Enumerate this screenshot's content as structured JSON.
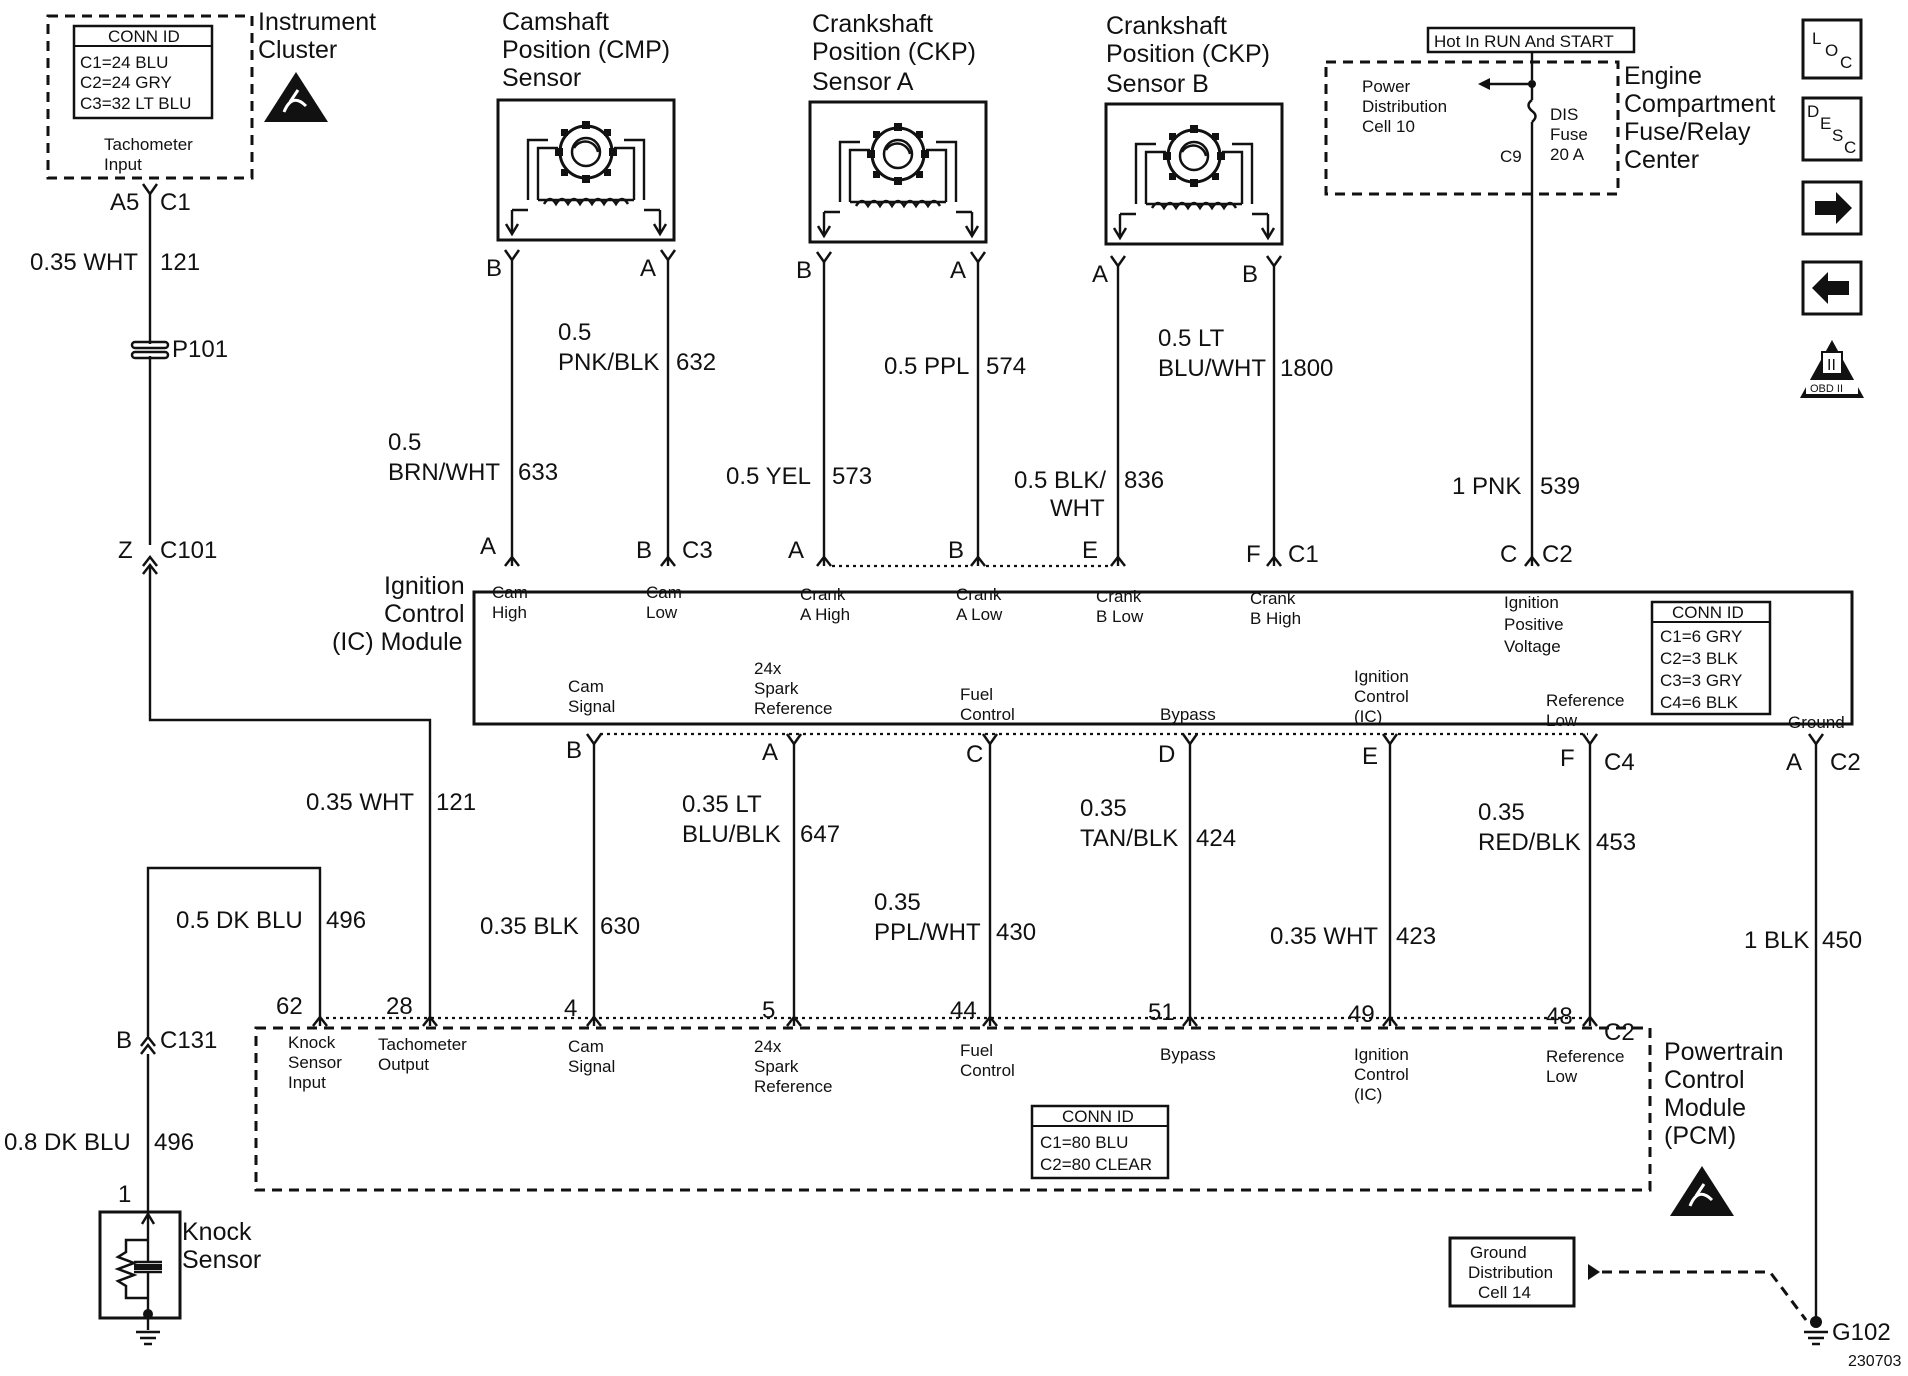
{
  "diagram_id": "230703",
  "side_icons": {
    "loc": "LOC",
    "desc": "DESC",
    "next_icon": "right-arrow-icon",
    "prev_icon": "left-arrow-icon",
    "obd_icon_text": "OBD II"
  },
  "instrument_cluster": {
    "name_line1": "Instrument",
    "name_line2": "Cluster",
    "conn_title": "CONN ID",
    "conn_rows": [
      "C1=24 BLU",
      "C2=24 GRY",
      "C3=32 LT BLU"
    ],
    "input_line1": "Tachometer",
    "input_line2": "Input",
    "pin": "A5",
    "connector": "C1",
    "wire_size_color": "0.35 WHT",
    "wire_circuit": "121",
    "splice": "P101",
    "pin_z": "Z",
    "connector_c101": "C101"
  },
  "cmp_sensor": {
    "line1": "Camshaft",
    "line2": "Position (CMP)",
    "line3": "Sensor",
    "pin_b": "B",
    "pin_a": "A",
    "wire_left_line1": "0.5",
    "wire_left_line2": "BRN/WHT",
    "wire_left_circuit": "633",
    "wire_right_line1": "0.5",
    "wire_right_line2": "PNK/BLK",
    "wire_right_circuit": "632"
  },
  "ckp_a_sensor": {
    "line1": "Crankshaft",
    "line2": "Position (CKP)",
    "line3": "Sensor A",
    "pin_b": "B",
    "pin_a": "A",
    "wire_left": "0.5 YEL",
    "wire_left_circuit": "573",
    "wire_right": "0.5 PPL",
    "wire_right_circuit": "574"
  },
  "ckp_b_sensor": {
    "line1": "Crankshaft",
    "line2": "Position (CKP)",
    "line3": "Sensor B",
    "pin_a": "A",
    "pin_b": "B",
    "wire_left_line1": "0.5 BLK/",
    "wire_left_line2": "WHT",
    "wire_left_circuit": "836",
    "wire_right_line1": "0.5 LT",
    "wire_right_line2": "BLU/WHT",
    "wire_right_circuit": "1800"
  },
  "fuse_center": {
    "hot_label": "Hot In RUN And START",
    "pd_line1": "Power",
    "pd_line2": "Distribution",
    "pd_line3": "Cell 10",
    "fuse_line1": "DIS",
    "fuse_line2": "Fuse",
    "fuse_line3": "20 A",
    "fuse_pin": "C9",
    "name_line1": "Engine",
    "name_line2": "Compartment",
    "name_line3": "Fuse/Relay",
    "name_line4": "Center",
    "wire": "1 PNK",
    "wire_circuit": "539"
  },
  "ic_module": {
    "name_line1": "Ignition",
    "name_line2": "Control",
    "name_line3": "(IC) Module",
    "top_pins": [
      "A",
      "B",
      "C3",
      "A",
      "B",
      "E",
      "F",
      "C1",
      "C",
      "C2"
    ],
    "top_labels": [
      [
        "Cam",
        "High"
      ],
      [
        "Cam",
        "Low"
      ],
      [
        "Crank",
        "A High"
      ],
      [
        "Crank",
        "A Low"
      ],
      [
        "Crank",
        "B Low"
      ],
      [
        "Crank",
        "B High"
      ],
      [
        "Ignition",
        "Positive",
        "Voltage"
      ]
    ],
    "bottom_labels": [
      [
        "Cam",
        "Signal"
      ],
      [
        "24x",
        "Spark",
        "Reference"
      ],
      [
        "Fuel",
        "Control"
      ],
      [
        "Bypass"
      ],
      [
        "Ignition",
        "Control",
        "(IC)"
      ],
      [
        "Reference",
        "Low"
      ],
      [
        "Ground"
      ]
    ],
    "bottom_pins": [
      "B",
      "A",
      "C",
      "D",
      "E",
      "F",
      "C4",
      "A",
      "C2"
    ],
    "conn_title": "CONN ID",
    "conn_rows": [
      "C1=6 GRY",
      "C2=3 BLK",
      "C3=3 GRY",
      "C4=6 BLK"
    ]
  },
  "lower_wires": {
    "tach": {
      "size_color": "0.35 WHT",
      "circuit": "121"
    },
    "knock": {
      "size_color": "0.5 DK BLU",
      "circuit": "496"
    },
    "cam_signal": {
      "size_color": "0.35 BLK",
      "circuit": "630"
    },
    "spark_ref": {
      "line1": "0.35 LT",
      "line2": "BLU/BLK",
      "circuit": "647"
    },
    "fuel": {
      "line1": "0.35",
      "line2": "PPL/WHT",
      "circuit": "430"
    },
    "bypass": {
      "line1": "0.35",
      "line2": "TAN/BLK",
      "circuit": "424"
    },
    "ic": {
      "size_color": "0.35 WHT",
      "circuit": "423"
    },
    "ref_low": {
      "line1": "0.35",
      "line2": "RED/BLK",
      "circuit": "453"
    },
    "ground": {
      "size_color": "1 BLK",
      "circuit": "450"
    }
  },
  "pcm": {
    "pins": [
      "62",
      "28",
      "4",
      "5",
      "44",
      "51",
      "49",
      "48",
      "C2"
    ],
    "labels": [
      [
        "Knock",
        "Sensor",
        "Input"
      ],
      [
        "Tachometer",
        "Output"
      ],
      [
        "Cam",
        "Signal"
      ],
      [
        "24x",
        "Spark",
        "Reference"
      ],
      [
        "Fuel",
        "Control"
      ],
      [
        "Bypass"
      ],
      [
        "Ignition",
        "Control",
        "(IC)"
      ],
      [
        "Reference",
        "Low"
      ]
    ],
    "conn_title": "CONN ID",
    "conn_rows": [
      "C1=80 BLU",
      "C2=80 CLEAR"
    ],
    "name_line1": "Powertrain",
    "name_line2": "Control",
    "name_line3": "Module",
    "name_line4": "(PCM)"
  },
  "knock_sensor": {
    "pin_b": "B",
    "connector": "C131",
    "wire": "0.8 DK BLU",
    "wire_circuit": "496",
    "pin_1": "1",
    "name_line1": "Knock",
    "name_line2": "Sensor"
  },
  "ground": {
    "gd_line1": "Ground",
    "gd_line2": "Distribution",
    "gd_line3": "Cell 14",
    "ground_point": "G102"
  }
}
